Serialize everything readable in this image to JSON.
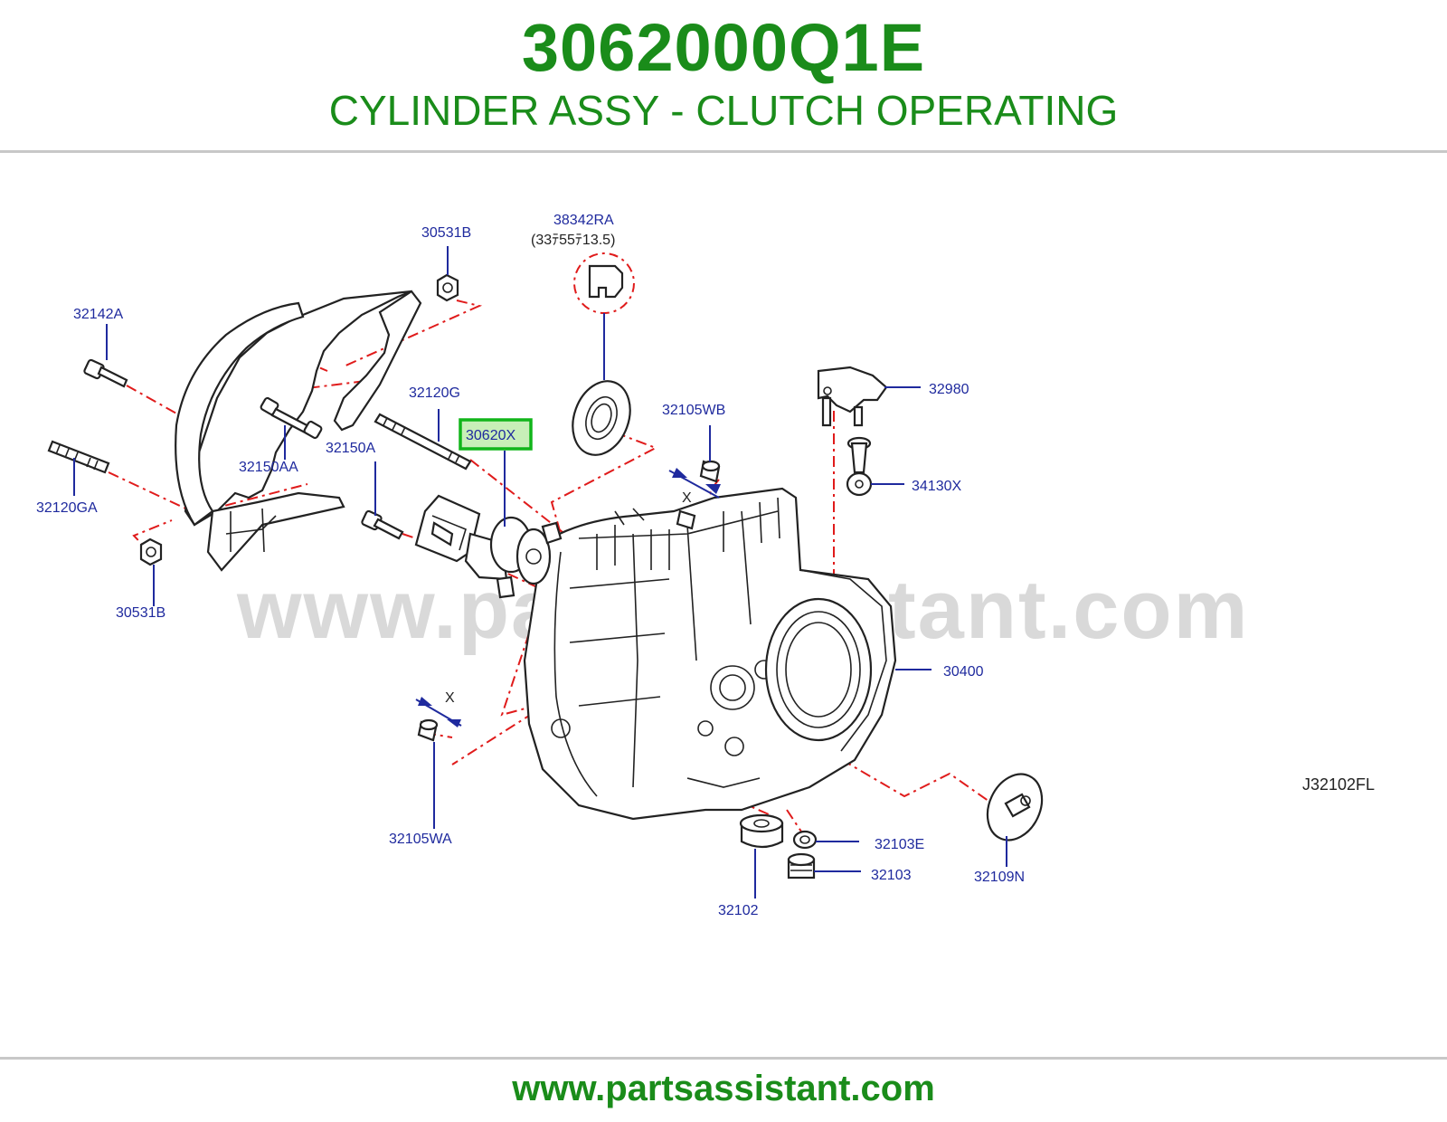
{
  "header": {
    "part_number": "3062000Q1E",
    "description": "CYLINDER ASSY - CLUTCH OPERATING"
  },
  "diagram": {
    "watermark": "www.partsassistant.com",
    "reference_code": "J32102FL",
    "torque_note": "(33ﾃ55ﾃ13.5)",
    "dimension_mark": "X",
    "highlighted_label": "30620X",
    "labels": {
      "l_30531B_top": "30531B",
      "l_38342RA": "38342RA",
      "l_32142A": "32142A",
      "l_32120G": "32120G",
      "l_30620X": "30620X",
      "l_32980": "32980",
      "l_32105WB": "32105WB",
      "l_32150AA": "32150AA",
      "l_32150A": "32150A",
      "l_34130X": "34130X",
      "l_32120GA": "32120GA",
      "l_30531B_bottom": "30531B",
      "l_30400": "30400",
      "l_32105WA": "32105WA",
      "l_32103E": "32103E",
      "l_32103": "32103",
      "l_32109N": "32109N",
      "l_32102": "32102"
    }
  },
  "footer": {
    "url": "www.partsassistant.com"
  },
  "colors": {
    "brand_green": "#1a8c1a",
    "label_blue": "#1f2a9e",
    "highlight_border": "#11b51a",
    "highlight_fill": "#c8efb8",
    "dash_red": "#e01b1b"
  }
}
